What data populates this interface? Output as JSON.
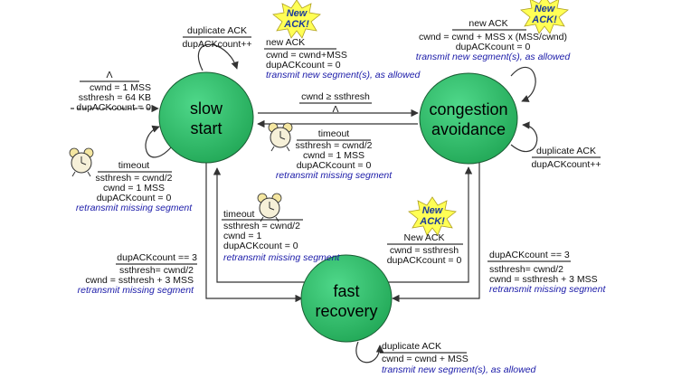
{
  "states": {
    "slow_start": {
      "line1": "slow",
      "line2": "start"
    },
    "congestion_avoidance": {
      "line1": "congestion",
      "line2": "avoidance"
    },
    "fast_recovery": {
      "line1": "fast",
      "line2": "recovery"
    }
  },
  "colors": {
    "state_fill": "#2fbf6a",
    "state_stroke": "#1a5c33",
    "action_text": "#1a1aa8",
    "burst_fill": "#ffff55",
    "burst_text": "#1a3a9a"
  },
  "bursts": {
    "line1": "New",
    "line2": "ACK!"
  },
  "transitions": {
    "init": {
      "event": "Λ",
      "actions": [
        "cwnd = 1 MSS",
        "ssthresh = 64 KB",
        "dupACKcount = 0"
      ]
    },
    "ss_dup_ack": {
      "event": "duplicate ACK",
      "actions": [
        "dupACKcount++"
      ]
    },
    "ss_new_ack": {
      "event": "new ACK",
      "actions": [
        "cwnd = cwnd+MSS",
        "dupACKcount = 0"
      ],
      "note": "transmit new segment(s), as allowed"
    },
    "ss_timeout": {
      "event": "timeout",
      "actions": [
        "ssthresh = cwnd/2",
        "cwnd = 1 MSS",
        "dupACKcount = 0"
      ],
      "note": "retransmit missing segment"
    },
    "ss_to_ca": {
      "event": "cwnd ≥ ssthresh",
      "action": "Λ"
    },
    "ca_new_ack": {
      "event": "new ACK",
      "actions": [
        "cwnd = cwnd + MSS x (MSS/cwnd)",
        "dupACKcount = 0"
      ],
      "note": "transmit new segment(s), as allowed"
    },
    "ca_timeout": {
      "event": "timeout",
      "actions": [
        "ssthresh = cwnd/2",
        "cwnd = 1 MSS",
        "dupACKcount = 0"
      ],
      "note": "retransmit missing segment"
    },
    "ca_dup_ack": {
      "event": "duplicate ACK",
      "actions": [
        "dupACKcount++"
      ]
    },
    "fr_timeout": {
      "event": "timeout",
      "actions": [
        "ssthresh = cwnd/2",
        "cwnd = 1",
        "dupACKcount = 0"
      ],
      "note": "retransmit missing segment"
    },
    "fr_new_ack": {
      "event": "New ACK",
      "actions": [
        "cwnd = ssthresh",
        "dupACKcount = 0"
      ]
    },
    "ss_to_fr": {
      "event": "dupACKcount == 3",
      "actions": [
        "ssthresh= cwnd/2",
        "cwnd = ssthresh + 3 MSS"
      ],
      "note": "retransmit missing segment"
    },
    "ca_to_fr": {
      "event": "dupACKcount == 3",
      "actions": [
        "ssthresh= cwnd/2",
        "cwnd = ssthresh + 3 MSS"
      ],
      "note": "retransmit missing segment"
    },
    "fr_dup_ack": {
      "event": "duplicate ACK",
      "actions": [
        "cwnd = cwnd + MSS"
      ],
      "note": "transmit new segment(s), as allowed"
    }
  }
}
